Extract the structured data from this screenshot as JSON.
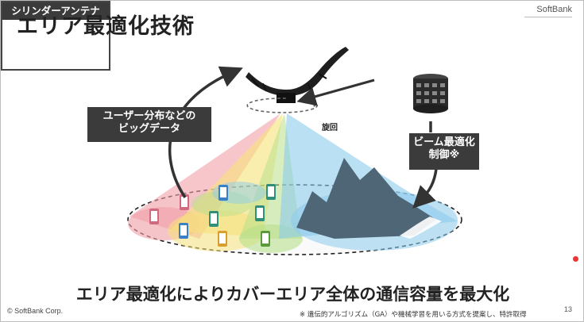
{
  "slide": {
    "title": "エリア最適化技術",
    "brand": "SoftBank",
    "box_users_line1": "ユーザー分布などの",
    "box_users_line2": "ビッグデータ",
    "box_antenna_header": "シリンダーアンテナ",
    "box_beam_line1": "ビーム最適化",
    "box_beam_line2": "制御※",
    "rotation_label": "旋回",
    "caption": "エリア最適化によりカバーエリア全体の通信容量を最大化",
    "copyright": "© SoftBank Corp.",
    "footnote": "※ 遺伝的アルゴリズム（GA）や機械学習を用いる方式を提案し、特許取得",
    "page_number": "13"
  },
  "colors": {
    "box_dark": "#3b3b3b",
    "beam_red": "#f2a0a8",
    "beam_yellow": "#f6e27a",
    "beam_green": "#b8e08a",
    "beam_blue": "#8ccbec",
    "mountain": "#4f6676"
  },
  "icons": [
    "aircraft-icon",
    "antenna-icon",
    "phone-icon",
    "mountain-icon",
    "laser-pointer-icon"
  ]
}
